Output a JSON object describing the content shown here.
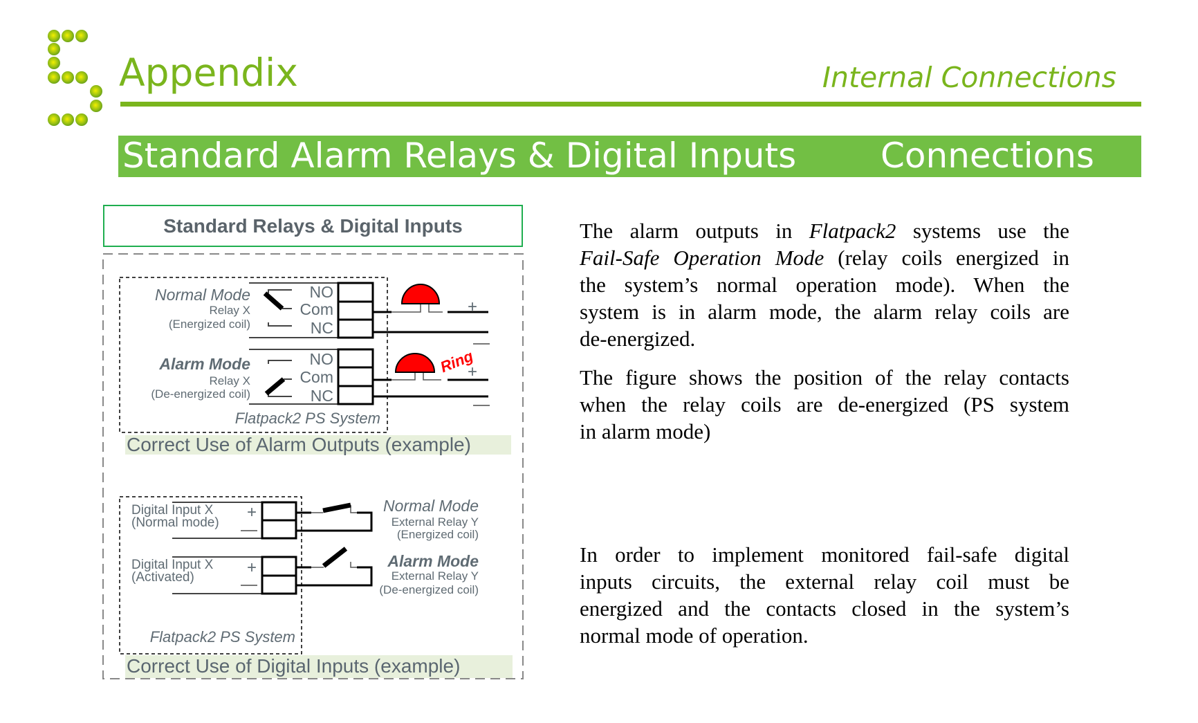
{
  "header": {
    "title": "Appendix",
    "section": "Internal Connections"
  },
  "banner": {
    "left": "Standard Alarm Relays & Digital Inputs",
    "right": "Connections"
  },
  "figure": {
    "title": "Standard Relays & Digital Inputs",
    "alarm": {
      "normal_mode": "Normal Mode",
      "relay": "Relay X",
      "energized": "(Energized coil)",
      "alarm_mode": "Alarm Mode",
      "deenergized": "(De-energized coil)",
      "no": "NO",
      "com": "Com",
      "nc": "NC",
      "plus": "+",
      "minus": "—",
      "ring": "Ring",
      "system": "Flatpack2 PS System",
      "caption": "Correct Use of Alarm Outputs (example)"
    },
    "digital": {
      "input": "Digital Input X",
      "normal": "(Normal mode)",
      "activated": "(Activated)",
      "plus": "+",
      "minus": "—",
      "normal_mode": "Normal Mode",
      "ext_relay": "External Relay Y",
      "energized": "(Energized coil)",
      "alarm_mode": "Alarm Mode",
      "deenergized": "(De-energized coil)",
      "system": "Flatpack2 PS System",
      "caption": "Correct Use of Digital Inputs (example)"
    }
  },
  "text": {
    "p1": {
      "l1a": "The alarm outputs in ",
      "l1b": "Flatpack2",
      "l1c": " systems use the",
      "l2a": "Fail-Safe Operation Mode",
      "l2b": " (relay coils energized in",
      "l3": "the system’s normal operation mode). When the",
      "l4": "system is in alarm mode, the alarm relay coils are",
      "l5": "de-energized."
    },
    "p2": {
      "l1": "The figure shows the position of the relay contacts",
      "l2": "when the relay coils are de-energized (PS system",
      "l3": "in alarm mode)"
    },
    "p3": {
      "l1": "In order to implement monitored fail-safe digital",
      "l2": "inputs circuits, the external relay coil must be",
      "l3": "energized and the contacts closed in the system’s",
      "l4": "normal mode of operation."
    }
  },
  "colors": {
    "brand_green": "#7ab51d",
    "banner_green": "#72bf44",
    "bell_red": "#ff0000",
    "label_gray": "#5f6b73"
  }
}
